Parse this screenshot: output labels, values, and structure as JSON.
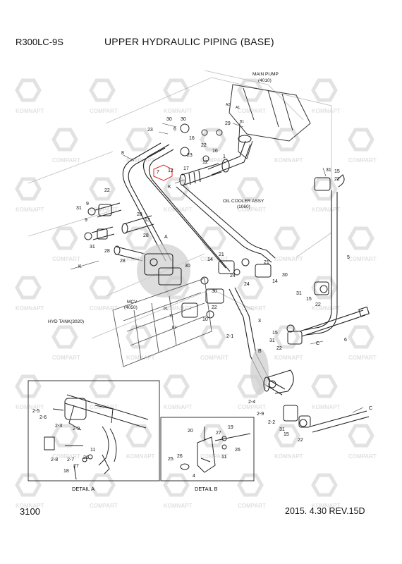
{
  "header": {
    "model": "R300LC-9S",
    "title": "UPPER HYDRAULIC PIPING (BASE)"
  },
  "footer": {
    "page_number": "3100",
    "revision": "2015. 4.30  REV.15D"
  },
  "watermarks": {
    "brand_a": "KOMNAPT",
    "brand_b": "COMPART"
  },
  "components": {
    "main_pump": "MAIN PUMP",
    "main_pump_code": "(4010)",
    "oil_cooler": "OIL COOLER ASSY",
    "oil_cooler_code": "(1060)",
    "mcv": "MCV",
    "mcv_code": "(4050)",
    "hyd_tank": "HYD TANK(3020)"
  },
  "details": {
    "a": "DETAIL A",
    "b": "DETAIL B"
  },
  "ports": {
    "a1": "A1",
    "a2": "A2",
    "b1": "B1",
    "p1": "P1",
    "p2": "P2",
    "t1": "T1"
  },
  "callouts": [
    "30",
    "23",
    "6",
    "16",
    "29",
    "30",
    "22",
    "1",
    "8",
    "23",
    "16",
    "12",
    "7",
    "12",
    "17",
    "K",
    "22",
    "9",
    "31",
    "28",
    "13",
    "28",
    "A",
    "9",
    "31",
    "28",
    "28",
    "21",
    "14",
    "30",
    "24",
    "21",
    "30",
    "14",
    "K",
    "24",
    "30",
    "10",
    "22",
    "3",
    "2-1",
    "B",
    "2-4",
    "31",
    "15",
    "22",
    "5",
    "31",
    "15",
    "22",
    "15",
    "31",
    "22",
    "6",
    "C",
    "2-9",
    "2-2",
    "31",
    "15",
    "22",
    "C",
    "2-5",
    "2-6",
    "2-3",
    "2-9",
    "11",
    "2-8",
    "2-7",
    "26",
    "27",
    "18",
    "20",
    "27",
    "19",
    "26",
    "25",
    "26",
    "11",
    "4"
  ]
}
